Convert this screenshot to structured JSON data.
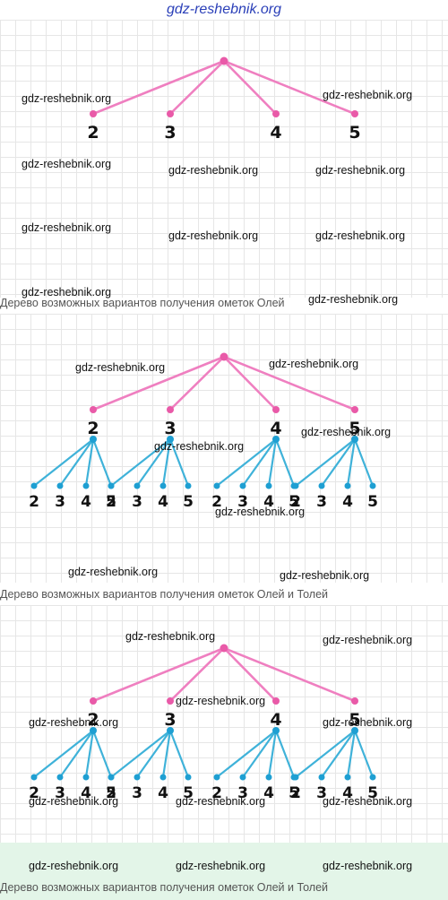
{
  "header_watermark": "gdz-reshebnik.org",
  "captions": [
    "Дерево возможных вариантов получения ометок Олей",
    "Дерево возможных вариантов получения ометок Олей и Толей",
    "Дерево возможных вариантов получения ометок Олей и Толей"
  ],
  "first_level_labels": [
    "2",
    "3",
    "4",
    "5"
  ],
  "second_level_labels": [
    "2",
    "3",
    "4",
    "5"
  ],
  "watermark_text": "gdz-reshebnik.org",
  "colors": {
    "pink": "#ef7fc0",
    "pink_node": "#e95aa8",
    "blue": "#3fb2d9",
    "blue_node": "#1e9fd2",
    "header_watermark": "#2a3fb8",
    "green_panel": "#e3f5e8"
  }
}
